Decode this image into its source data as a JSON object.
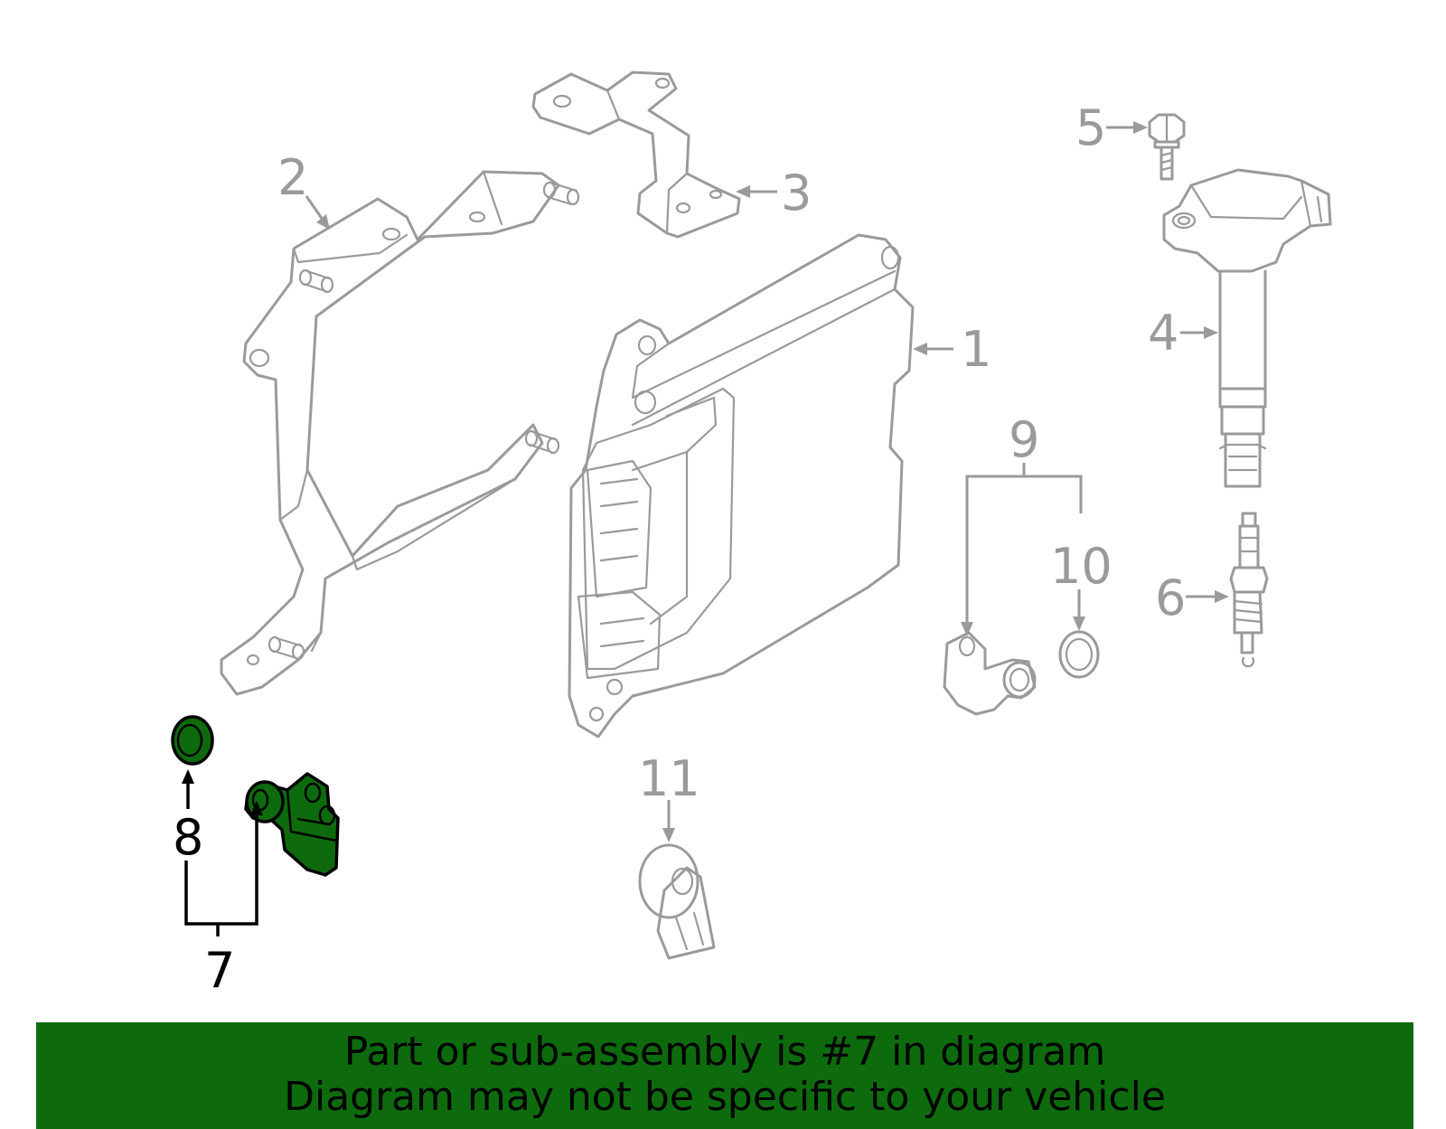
{
  "callouts": {
    "c1": "1",
    "c2": "2",
    "c3": "3",
    "c4": "4",
    "c5": "5",
    "c6": "6",
    "c7": "7",
    "c8": "8",
    "c9": "9",
    "c10": "10",
    "c11": "11"
  },
  "highlighted_part": "7",
  "banner": {
    "line1": "Part or sub-assembly is #7 in diagram",
    "line2": "Diagram may not be specific to your vehicle"
  },
  "colors": {
    "highlight_fill": "#0d6b0d",
    "banner_background": "#0d6b0d",
    "part_outline": "#9a9a9a",
    "highlight_outline": "#000000"
  }
}
